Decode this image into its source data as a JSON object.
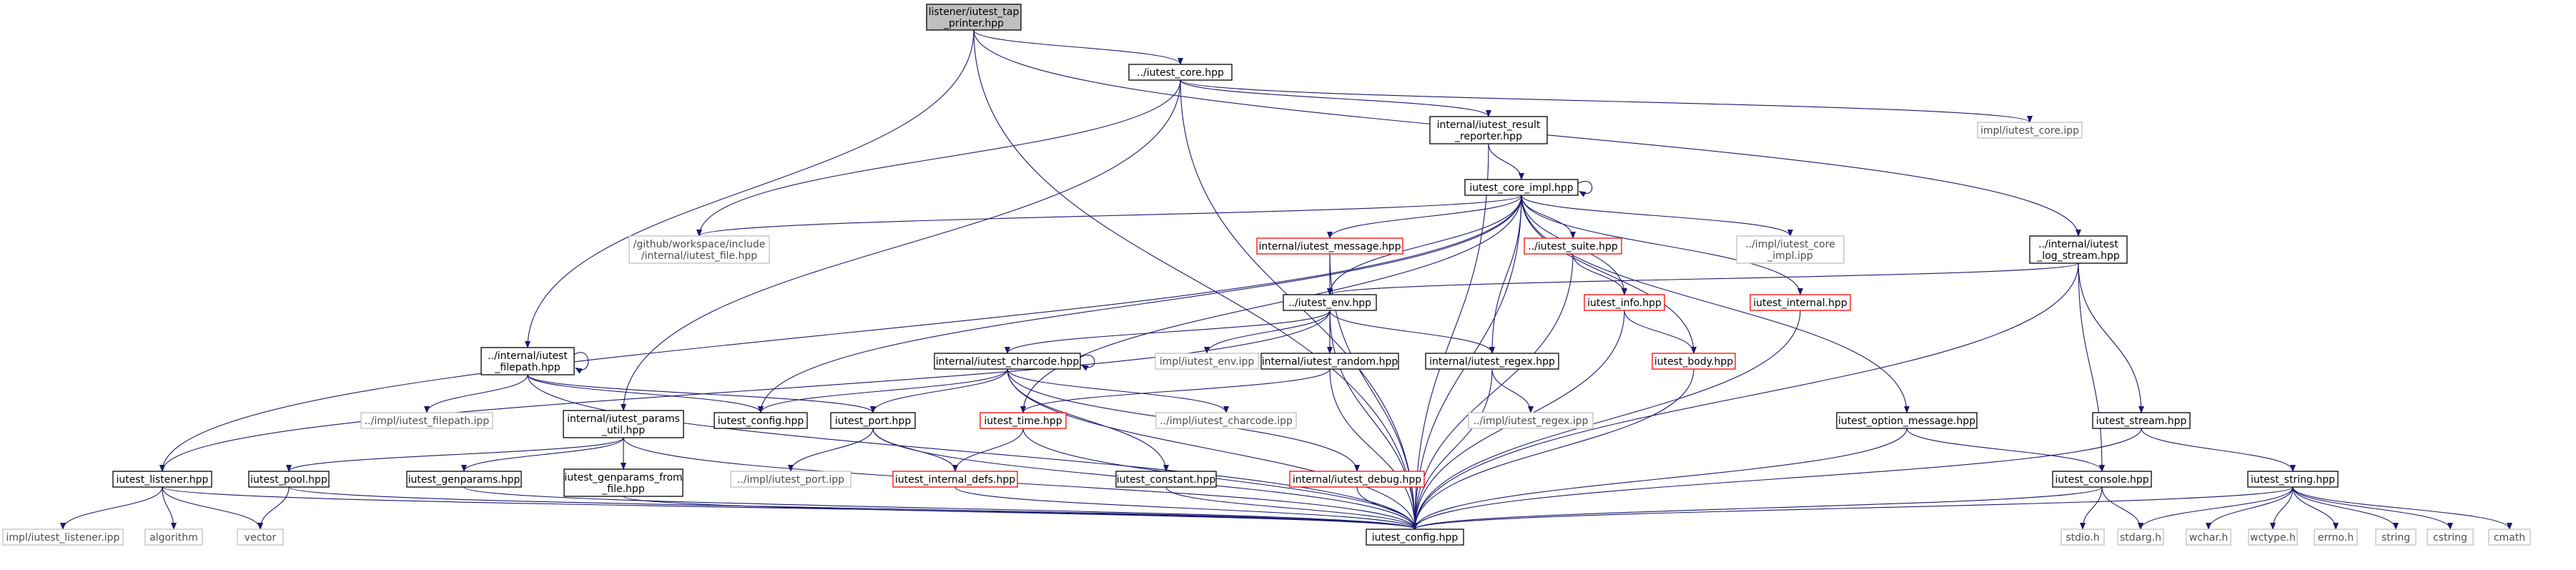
{
  "colors": {
    "edge": "#191970",
    "box_normal": "#000000",
    "box_red": "#ff0000",
    "box_gray": "#bfbfbf",
    "box_root_fill": "#bfbfbf",
    "text_normal": "#000000",
    "text_gray": "#4d4d4d"
  },
  "nodes": [
    {
      "id": "root",
      "lines": [
        "listener/iutest_tap",
        "_printer.hpp"
      ],
      "style": "root"
    },
    {
      "id": "core",
      "lines": [
        "../iutest_core.hpp"
      ],
      "style": "normal"
    },
    {
      "id": "result_reporter",
      "lines": [
        "internal/iutest_result",
        "_reporter.hpp"
      ],
      "style": "normal"
    },
    {
      "id": "core_ipp",
      "lines": [
        "impl/iutest_core.ipp"
      ],
      "style": "gray"
    },
    {
      "id": "core_impl",
      "lines": [
        "iutest_core_impl.hpp"
      ],
      "style": "normal"
    },
    {
      "id": "github_file",
      "lines": [
        "/github/workspace/include",
        "/internal/iutest_file.hpp"
      ],
      "style": "gray"
    },
    {
      "id": "internal_message",
      "lines": [
        "internal/iutest_message.hpp"
      ],
      "style": "red"
    },
    {
      "id": "suite",
      "lines": [
        "../iutest_suite.hpp"
      ],
      "style": "red"
    },
    {
      "id": "core_impl_ipp",
      "lines": [
        "../impl/iutest_core",
        "_impl.ipp"
      ],
      "style": "gray"
    },
    {
      "id": "log_stream",
      "lines": [
        "../internal/iutest",
        "_log_stream.hpp"
      ],
      "style": "normal"
    },
    {
      "id": "env",
      "lines": [
        "../iutest_env.hpp"
      ],
      "style": "normal"
    },
    {
      "id": "info",
      "lines": [
        "iutest_info.hpp"
      ],
      "style": "red"
    },
    {
      "id": "internal",
      "lines": [
        "iutest_internal.hpp"
      ],
      "style": "red"
    },
    {
      "id": "filepath",
      "lines": [
        "../internal/iutest",
        "_filepath.hpp"
      ],
      "style": "normal"
    },
    {
      "id": "charcode",
      "lines": [
        "internal/iutest_charcode.hpp"
      ],
      "style": "normal"
    },
    {
      "id": "env_ipp",
      "lines": [
        "impl/iutest_env.ipp"
      ],
      "style": "gray"
    },
    {
      "id": "random",
      "lines": [
        "internal/iutest_random.hpp"
      ],
      "style": "normal"
    },
    {
      "id": "regex",
      "lines": [
        "internal/iutest_regex.hpp"
      ],
      "style": "normal"
    },
    {
      "id": "body",
      "lines": [
        "iutest_body.hpp"
      ],
      "style": "red"
    },
    {
      "id": "filepath_ipp",
      "lines": [
        "../impl/iutest_filepath.ipp"
      ],
      "style": "gray"
    },
    {
      "id": "config_small",
      "lines": [
        "iutest_config.hpp"
      ],
      "style": "normal"
    },
    {
      "id": "port",
      "lines": [
        "iutest_port.hpp"
      ],
      "style": "normal"
    },
    {
      "id": "params_util",
      "lines": [
        "internal/iutest_params",
        "_util.hpp"
      ],
      "style": "normal"
    },
    {
      "id": "time",
      "lines": [
        "iutest_time.hpp"
      ],
      "style": "red"
    },
    {
      "id": "charcode_ipp",
      "lines": [
        "../impl/iutest_charcode.ipp"
      ],
      "style": "gray"
    },
    {
      "id": "regex_ipp",
      "lines": [
        "../impl/iutest_regex.ipp"
      ],
      "style": "gray"
    },
    {
      "id": "option_message",
      "lines": [
        "iutest_option_message.hpp"
      ],
      "style": "normal"
    },
    {
      "id": "stream",
      "lines": [
        "iutest_stream.hpp"
      ],
      "style": "normal"
    },
    {
      "id": "listener",
      "lines": [
        "iutest_listener.hpp"
      ],
      "style": "normal"
    },
    {
      "id": "pool",
      "lines": [
        "iutest_pool.hpp"
      ],
      "style": "normal"
    },
    {
      "id": "genparams",
      "lines": [
        "iutest_genparams.hpp"
      ],
      "style": "normal"
    },
    {
      "id": "genparams_from_file",
      "lines": [
        "iutest_genparams_from",
        "_file.hpp"
      ],
      "style": "normal"
    },
    {
      "id": "port_ipp",
      "lines": [
        "../impl/iutest_port.ipp"
      ],
      "style": "gray"
    },
    {
      "id": "internal_defs",
      "lines": [
        "iutest_internal_defs.hpp"
      ],
      "style": "red"
    },
    {
      "id": "constant",
      "lines": [
        "iutest_constant.hpp"
      ],
      "style": "normal"
    },
    {
      "id": "internal_debug",
      "lines": [
        "internal/iutest_debug.hpp"
      ],
      "style": "red"
    },
    {
      "id": "console",
      "lines": [
        "iutest_console.hpp"
      ],
      "style": "normal"
    },
    {
      "id": "string",
      "lines": [
        "iutest_string.hpp"
      ],
      "style": "normal"
    },
    {
      "id": "listener_ipp",
      "lines": [
        "impl/iutest_listener.ipp"
      ],
      "style": "gray"
    },
    {
      "id": "algorithm",
      "lines": [
        "algorithm"
      ],
      "style": "gray"
    },
    {
      "id": "vector",
      "lines": [
        "vector"
      ],
      "style": "gray"
    },
    {
      "id": "config_main",
      "lines": [
        "iutest_config.hpp"
      ],
      "style": "normal"
    },
    {
      "id": "stdio",
      "lines": [
        "stdio.h"
      ],
      "style": "gray"
    },
    {
      "id": "stdarg",
      "lines": [
        "stdarg.h"
      ],
      "style": "gray"
    },
    {
      "id": "wchar",
      "lines": [
        "wchar.h"
      ],
      "style": "gray"
    },
    {
      "id": "wctype",
      "lines": [
        "wctype.h"
      ],
      "style": "gray"
    },
    {
      "id": "errno",
      "lines": [
        "errno.h"
      ],
      "style": "gray"
    },
    {
      "id": "std_string",
      "lines": [
        "string"
      ],
      "style": "gray"
    },
    {
      "id": "cstring",
      "lines": [
        "cstring"
      ],
      "style": "gray"
    },
    {
      "id": "cmath",
      "lines": [
        "cmath"
      ],
      "style": "gray"
    }
  ],
  "edges": [
    [
      "root",
      "core"
    ],
    [
      "root",
      "log_stream"
    ],
    [
      "root",
      "filepath"
    ],
    [
      "root",
      "config_main"
    ],
    [
      "core",
      "result_reporter"
    ],
    [
      "core",
      "core_ipp"
    ],
    [
      "core",
      "github_file"
    ],
    [
      "core",
      "params_util"
    ],
    [
      "core",
      "config_main"
    ],
    [
      "result_reporter",
      "core_impl"
    ],
    [
      "result_reporter",
      "config_main"
    ],
    [
      "core_impl",
      "core_impl"
    ],
    [
      "core_impl",
      "github_file"
    ],
    [
      "core_impl",
      "internal_message"
    ],
    [
      "core_impl",
      "suite"
    ],
    [
      "core_impl",
      "core_impl_ipp"
    ],
    [
      "core_impl",
      "env"
    ],
    [
      "core_impl",
      "info"
    ],
    [
      "core_impl",
      "internal"
    ],
    [
      "core_impl",
      "body"
    ],
    [
      "core_impl",
      "regex"
    ],
    [
      "core_impl",
      "option_message"
    ],
    [
      "core_impl",
      "listener"
    ],
    [
      "core_impl",
      "config_small"
    ],
    [
      "core_impl",
      "time"
    ],
    [
      "core_impl",
      "config_main"
    ],
    [
      "internal_message",
      "env"
    ],
    [
      "internal_message",
      "config_main"
    ],
    [
      "suite",
      "info"
    ],
    [
      "suite",
      "config_main"
    ],
    [
      "info",
      "body"
    ],
    [
      "info",
      "config_main"
    ],
    [
      "internal",
      "config_main"
    ],
    [
      "body",
      "config_main"
    ],
    [
      "log_stream",
      "env"
    ],
    [
      "log_stream",
      "stream"
    ],
    [
      "log_stream",
      "console"
    ],
    [
      "log_stream",
      "config_main"
    ],
    [
      "env",
      "charcode"
    ],
    [
      "env",
      "env_ipp"
    ],
    [
      "env",
      "random"
    ],
    [
      "env",
      "regex"
    ],
    [
      "env",
      "listener"
    ],
    [
      "env",
      "config_main"
    ],
    [
      "filepath",
      "filepath"
    ],
    [
      "filepath",
      "filepath_ipp"
    ],
    [
      "filepath",
      "config_small"
    ],
    [
      "filepath",
      "port"
    ],
    [
      "filepath",
      "config_main"
    ],
    [
      "charcode",
      "charcode"
    ],
    [
      "charcode",
      "config_small"
    ],
    [
      "charcode",
      "port"
    ],
    [
      "charcode",
      "charcode_ipp"
    ],
    [
      "charcode",
      "constant"
    ],
    [
      "charcode",
      "internal_debug"
    ],
    [
      "charcode",
      "config_main"
    ],
    [
      "random",
      "time"
    ],
    [
      "random",
      "config_main"
    ],
    [
      "regex",
      "regex_ipp"
    ],
    [
      "regex",
      "config_main"
    ],
    [
      "port",
      "port_ipp"
    ],
    [
      "port",
      "internal_defs"
    ],
    [
      "port",
      "config_main"
    ],
    [
      "params_util",
      "pool"
    ],
    [
      "params_util",
      "genparams"
    ],
    [
      "params_util",
      "genparams_from_file"
    ],
    [
      "params_util",
      "config_main"
    ],
    [
      "time",
      "internal_defs"
    ],
    [
      "time",
      "config_main"
    ],
    [
      "internal_defs",
      "config_main"
    ],
    [
      "constant",
      "config_main"
    ],
    [
      "internal_debug",
      "config_main"
    ],
    [
      "option_message",
      "console"
    ],
    [
      "option_message",
      "config_main"
    ],
    [
      "stream",
      "string"
    ],
    [
      "stream",
      "config_main"
    ],
    [
      "listener",
      "listener_ipp"
    ],
    [
      "listener",
      "algorithm"
    ],
    [
      "listener",
      "vector"
    ],
    [
      "listener",
      "config_main"
    ],
    [
      "pool",
      "vector"
    ],
    [
      "pool",
      "config_main"
    ],
    [
      "genparams",
      "config_main"
    ],
    [
      "genparams_from_file",
      "config_main"
    ],
    [
      "console",
      "stdio"
    ],
    [
      "console",
      "stdarg"
    ],
    [
      "console",
      "config_main"
    ],
    [
      "string",
      "stdarg"
    ],
    [
      "string",
      "wchar"
    ],
    [
      "string",
      "wctype"
    ],
    [
      "string",
      "errno"
    ],
    [
      "string",
      "std_string"
    ],
    [
      "string",
      "cstring"
    ],
    [
      "string",
      "cmath"
    ],
    [
      "string",
      "config_main"
    ]
  ]
}
